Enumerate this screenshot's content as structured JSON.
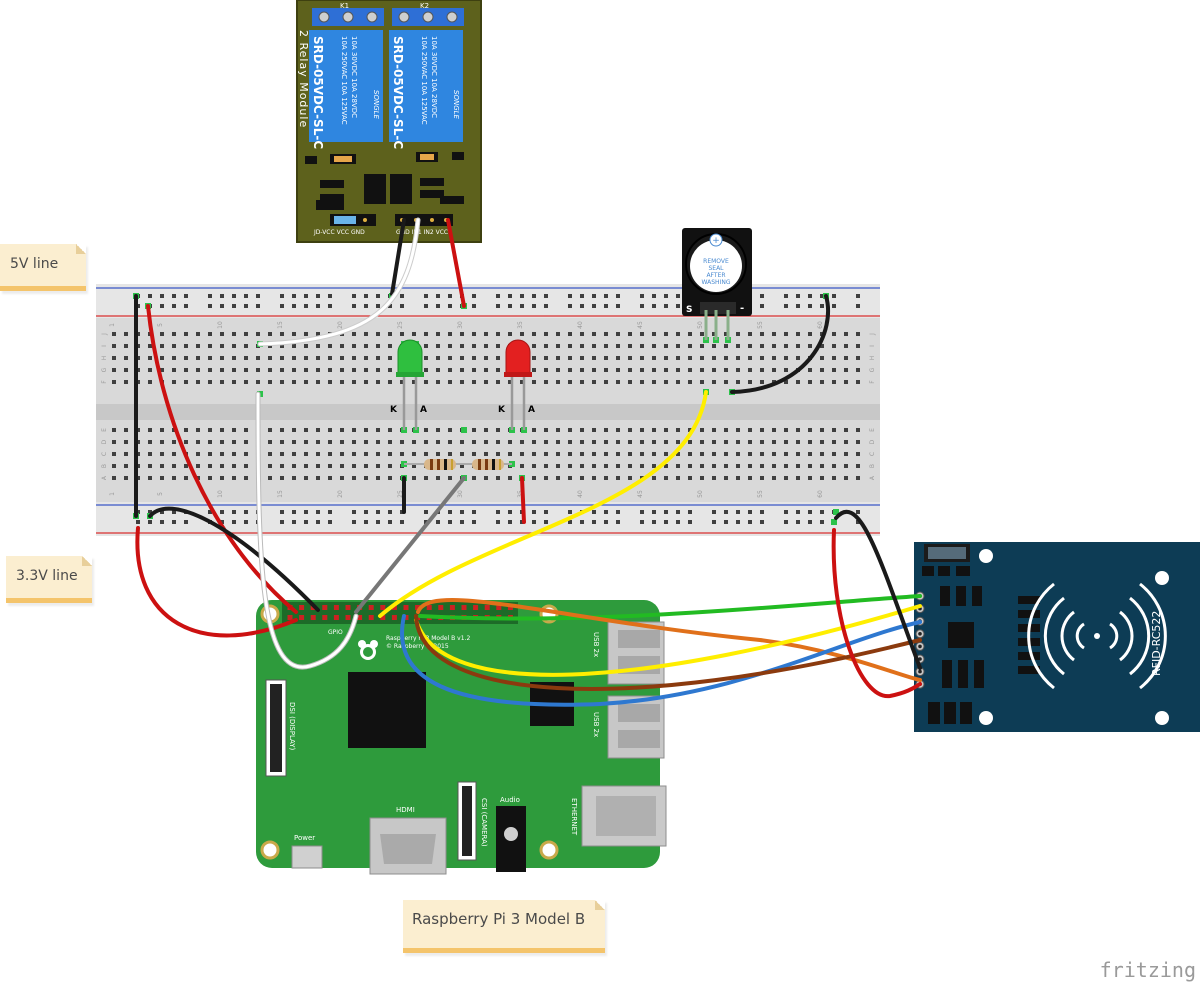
{
  "notes": {
    "five_v": "5V line",
    "three_v": "3.3V line",
    "pi_model": "Raspberry Pi 3 Model B"
  },
  "brand": "fritzing",
  "relay": {
    "title": "2 Relay Module",
    "k1": "K1",
    "k2": "K2",
    "model": "SRD-05VDC-SL-C",
    "maker": "SONGLE",
    "rating1": "10A 250VAC 10A 125VAC",
    "rating2": "10A 30VDC 10A 28VDC",
    "jumper_label": "JD-VCC VCC GND",
    "header_label": "GND IN1 IN2 VCC"
  },
  "buzzer": {
    "sticker": [
      "REMOVE",
      "SEAL",
      "AFTER",
      "WASHING"
    ],
    "pin_s": "S",
    "pin_minus": "-"
  },
  "breadboard": {
    "col_numbers": [
      "1",
      "5",
      "10",
      "15",
      "20",
      "25",
      "30",
      "35",
      "40",
      "45",
      "50",
      "55",
      "60"
    ],
    "row_letters_top": [
      "J",
      "I",
      "H",
      "G",
      "F"
    ],
    "row_letters_bottom": [
      "E",
      "D",
      "C",
      "B",
      "A"
    ]
  },
  "leds": [
    {
      "name": "green",
      "k": "K",
      "a": "A",
      "color": "#2fbf3f"
    },
    {
      "name": "red",
      "k": "K",
      "a": "A",
      "color": "#e32020"
    }
  ],
  "pi": {
    "gpio": "GPIO",
    "title_line1": "Raspberry Pi 3 Model B v1.2",
    "title_line2": "© Raspberry Pi 2015",
    "usb1": "USB 2x",
    "usb2": "USB 2x",
    "dsi": "DSI (DISPLAY)",
    "csi": "CSI (CAMERA)",
    "hdmi": "HDMI",
    "audio": "Audio",
    "ethernet": "ETHERNET",
    "power": "Power"
  },
  "rfid": {
    "label": "RFID-RC522"
  },
  "wire_colors": {
    "black": "#1a1a1a",
    "red": "#cc1111",
    "white": "#ffffff",
    "gray": "#777777",
    "yellow": "#ffee00",
    "green": "#22bb22",
    "orange": "#e0701a",
    "blue": "#2e78d0",
    "brown": "#8b3a0e"
  }
}
